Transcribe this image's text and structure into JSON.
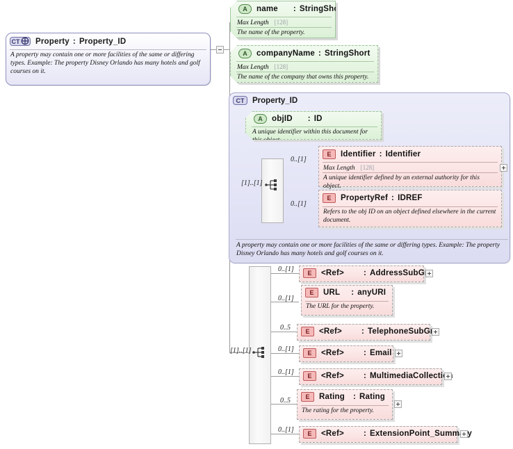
{
  "diagram": {
    "title": "Property : Property_ID",
    "type": "xsd-schema-diagram"
  },
  "root": {
    "badge": "CT",
    "badge_icon": "complex-type-plus-icon",
    "name": "Property",
    "separator": ":",
    "type": "Property_ID",
    "documentation": "A property may contain one or more facilities of the same or differing types.  Example:  The property Disney Orlando has many hotels and golf courses on it.",
    "expander": "minus"
  },
  "attributes": [
    {
      "badge": "A",
      "name": "name",
      "separator": ":",
      "type": "StringShort",
      "facet_label": "Max Length",
      "facet_value": "[128]",
      "documentation": "The name of the property.",
      "required": true
    },
    {
      "badge": "A",
      "name": "companyName",
      "separator": ":",
      "type": "StringShort",
      "facet_label": "Max Length",
      "facet_value": "[128]",
      "documentation": "The name of the company that owns this property.",
      "required": false
    }
  ],
  "complex_type": {
    "badge": "CT",
    "title": "Property_ID",
    "attribute": {
      "badge": "A",
      "name": "objID",
      "separator": ":",
      "type": "ID",
      "documentation": "A unique identifier within this document for this object."
    },
    "compositor": {
      "kind": "sequence-icon",
      "occurrence": "[1]..[1]"
    },
    "elements": [
      {
        "badge": "E",
        "name": "Identifier",
        "separator": ":",
        "type": "Identifier",
        "occurrence": "0..[1]",
        "facet_label": "Max Length",
        "facet_value": "[128]",
        "documentation": "A unique identifier defined by an external authority for this object.",
        "expander": "plus"
      },
      {
        "badge": "E",
        "name": "PropertyRef",
        "separator": ":",
        "type": "IDREF",
        "occurrence": "0..[1]",
        "documentation": "Refers to the obj ID on an object defined elsewhere in the current document.",
        "expander": null
      }
    ],
    "documentation": "A property may contain one or more facilities of the same or differing types.  Example:  The property Disney Orlando has many hotels and golf courses on it."
  },
  "body_sequence": {
    "kind": "sequence-icon",
    "occurrence": "[1]..[1]",
    "elements": [
      {
        "badge": "E",
        "name": "<Ref>",
        "separator": ":",
        "type": "AddressSubGrp",
        "occurrence": "0..[1]",
        "documentation": null,
        "expander": "plus"
      },
      {
        "badge": "E",
        "name": "URL",
        "separator": ":",
        "type": "anyURI",
        "occurrence": "0..[1]",
        "documentation": "The URL for the property.",
        "expander": null
      },
      {
        "badge": "E",
        "name": "<Ref>",
        "separator": ":",
        "type": "TelephoneSubGrp",
        "occurrence": "0..5",
        "documentation": null,
        "expander": "plus"
      },
      {
        "badge": "E",
        "name": "<Ref>",
        "separator": ":",
        "type": "Email",
        "occurrence": "0..[1]",
        "documentation": null,
        "expander": "plus"
      },
      {
        "badge": "E",
        "name": "<Ref>",
        "separator": ":",
        "type": "MultimediaCollection",
        "occurrence": "0..[1]",
        "documentation": null,
        "expander": "plus"
      },
      {
        "badge": "E",
        "name": "Rating",
        "separator": ":",
        "type": "Rating",
        "occurrence": "0..5",
        "documentation": "The rating for the property.",
        "expander": "plus"
      },
      {
        "badge": "E",
        "name": "<Ref>",
        "separator": ":",
        "type": "ExtensionPoint_Summary",
        "occurrence": "0..[1]",
        "documentation": null,
        "expander": "plus"
      }
    ]
  },
  "colors": {
    "attribute_fill": "#e6f5e2",
    "element_fill": "#fbe4e4",
    "complex_type_fill": "#e3e4f6",
    "line": "#9a9a9a"
  }
}
